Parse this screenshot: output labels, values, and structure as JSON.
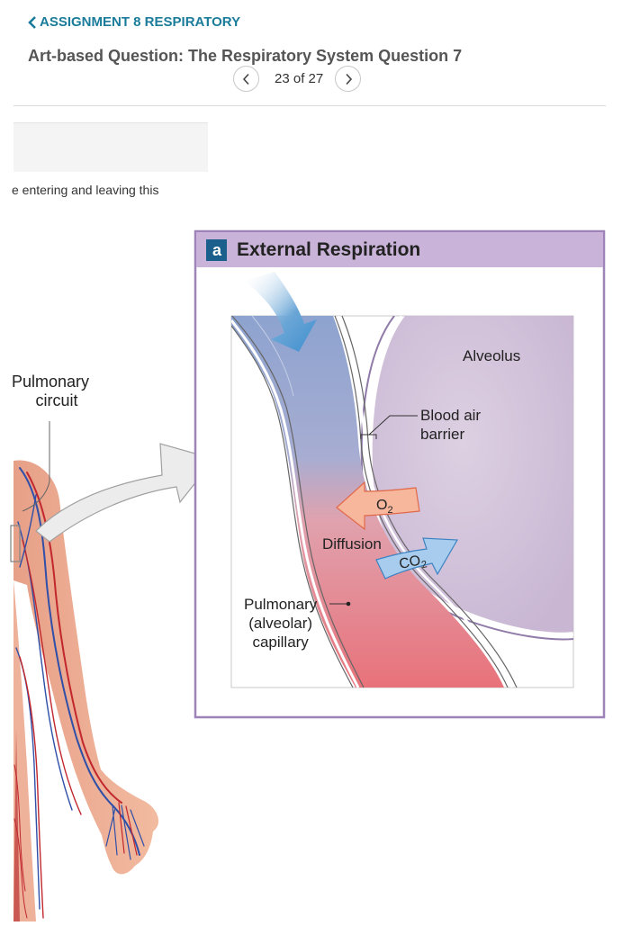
{
  "header": {
    "back_label": "ASSIGNMENT 8 RESPIRATORY",
    "title": "Art-based Question: The Respiratory System Question 7"
  },
  "pager": {
    "position": "23 of 27"
  },
  "question": {
    "text_fragment": "e entering and leaving this"
  },
  "figure": {
    "panel_letter": "a",
    "panel_title": "External Respiration",
    "labels": {
      "pulmonary_circuit_line1": "Pulmonary",
      "pulmonary_circuit_line2": "circuit",
      "alveolus": "Alveolus",
      "blood_air_barrier_line1": "Blood air",
      "blood_air_barrier_line2": "barrier",
      "o2": "O",
      "o2_sub": "2",
      "co2": "CO",
      "co2_sub": "2",
      "diffusion": "Diffusion",
      "capillary_line1": "Pulmonary",
      "capillary_line2": "(alveolar)",
      "capillary_line3": "capillary"
    },
    "colors": {
      "panel_border": "#9d83b8",
      "panel_header": "#c9b3d8",
      "alveolus_fill": "#d6c9dd",
      "deoxygenated_blood": "#8da3cf",
      "oxygenated_blood": "#e8727a",
      "o2_arrow": "#f6b79d",
      "co2_arrow": "#a8ccee"
    }
  }
}
